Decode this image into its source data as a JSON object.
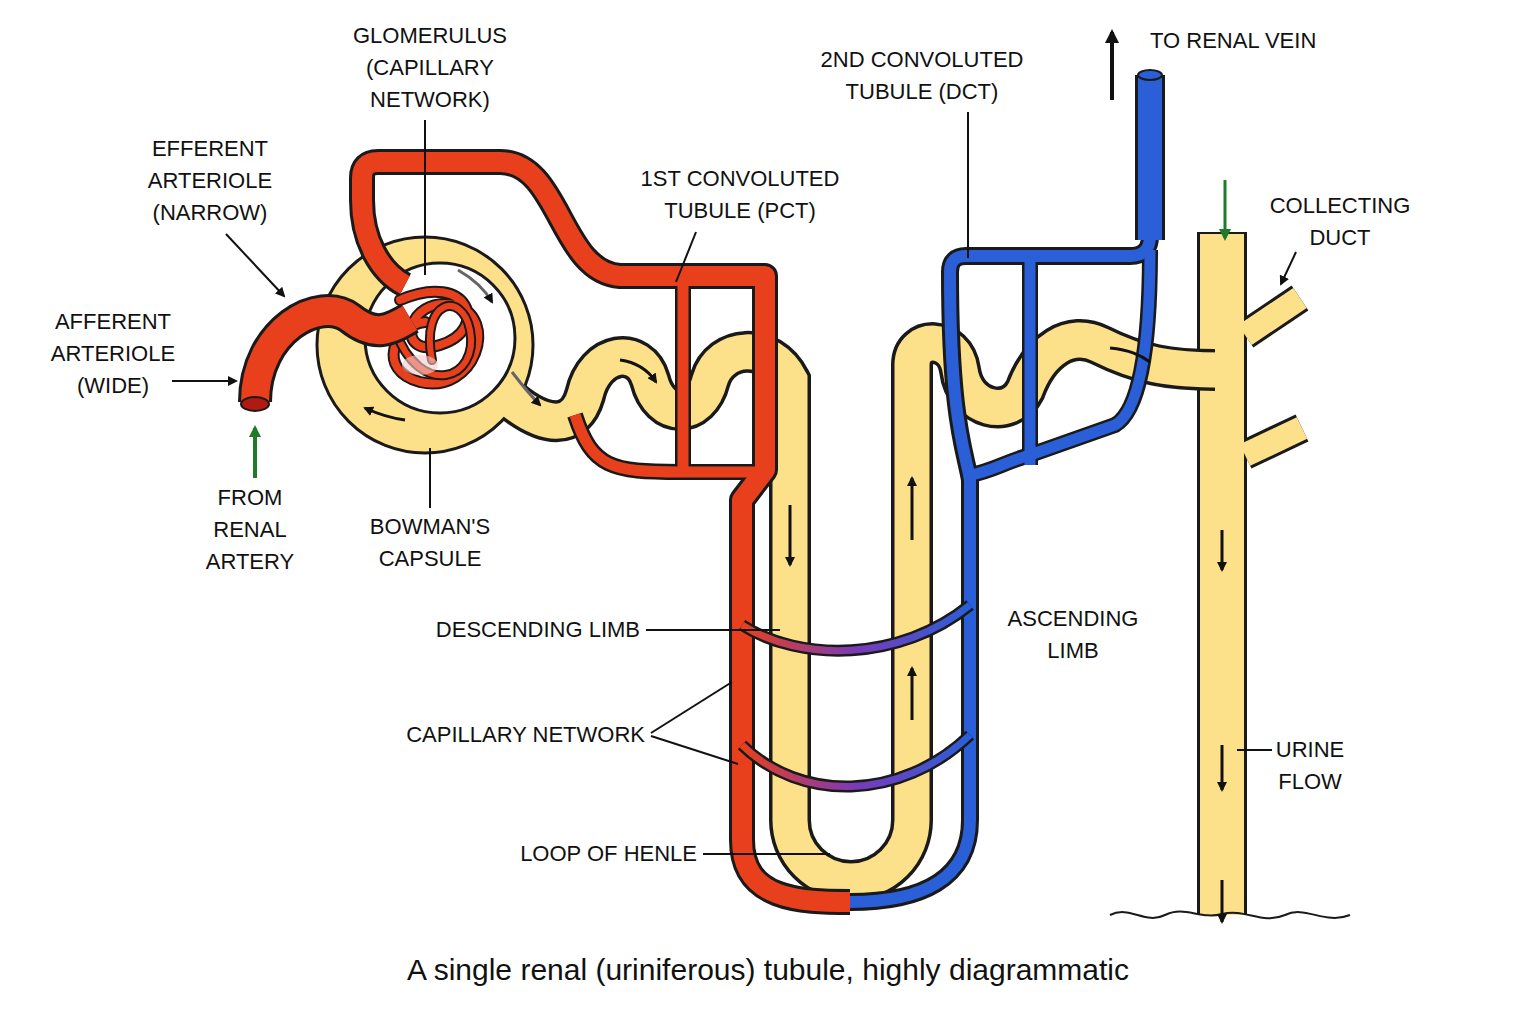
{
  "diagram": {
    "caption": "A single renal (uriniferous) tubule, highly diagrammatic",
    "labels": [
      "GLOMERULUS (CAPILLARY NETWORK)",
      "EFFERENT ARTERIOLE (NARROW)",
      "AFFERENT ARTERIOLE (WIDE)",
      "FROM RENAL ARTERY",
      "BOWMAN'S CAPSULE",
      "1ST CONVOLUTED TUBULE (PCT)",
      "2ND CONVOLUTED TUBULE (DCT)",
      "TO RENAL VEIN",
      "COLLECTING DUCT",
      "DESCENDING LIMB",
      "CAPILLARY NETWORK",
      "ASCENDING LIMB",
      "LOOP OF HENLE",
      "URINE FLOW"
    ]
  }
}
